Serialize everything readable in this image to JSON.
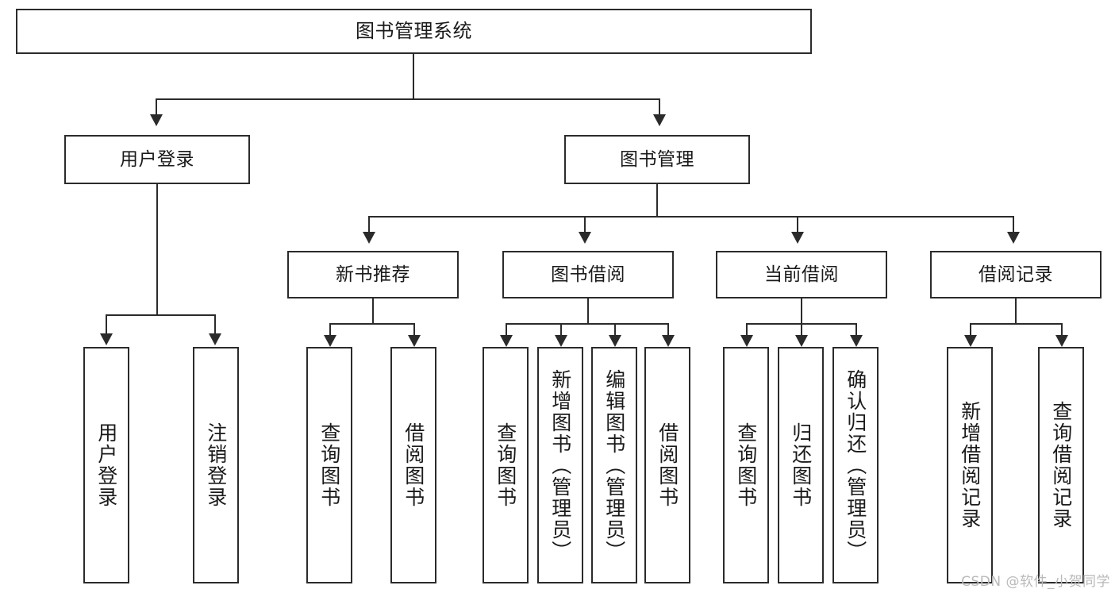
{
  "diagram": {
    "title": "图书管理系统",
    "watermark": "CSDN @软件_小贺同学",
    "levels": {
      "level1": "图书管理系统",
      "level2": [
        "用户登录",
        "图书管理"
      ],
      "level3": [
        "新书推荐",
        "图书借阅",
        "当前借阅",
        "借阅记录"
      ]
    },
    "nodes": {
      "root": "图书管理系统",
      "user_login": "用户登录",
      "book_manage": "图书管理",
      "new_book_rec": "新书推荐",
      "book_borrow": "图书借阅",
      "current_borrow": "当前借阅",
      "borrow_record": "借阅记录",
      "leaf_user_login": "用户登录",
      "leaf_logout": "注销登录",
      "leaf_query_book_1": "查询图书",
      "leaf_borrow_book_1": "借阅图书",
      "leaf_query_book_2": "查询图书",
      "leaf_add_book": "新增图书（管理员）",
      "leaf_edit_book": "编辑图书（管理员）",
      "leaf_borrow_book_2": "借阅图书",
      "leaf_query_book_3": "查询图书",
      "leaf_return_book": "归还图书",
      "leaf_confirm_return": "确认归还（管理员）",
      "leaf_add_record": "新增借阅记录",
      "leaf_query_record": "查询借阅记录"
    },
    "colors": {
      "border": "#2b2b2b",
      "background": "#ffffff",
      "text": "#1a1a1a",
      "watermark": "#b9b9b9"
    }
  }
}
